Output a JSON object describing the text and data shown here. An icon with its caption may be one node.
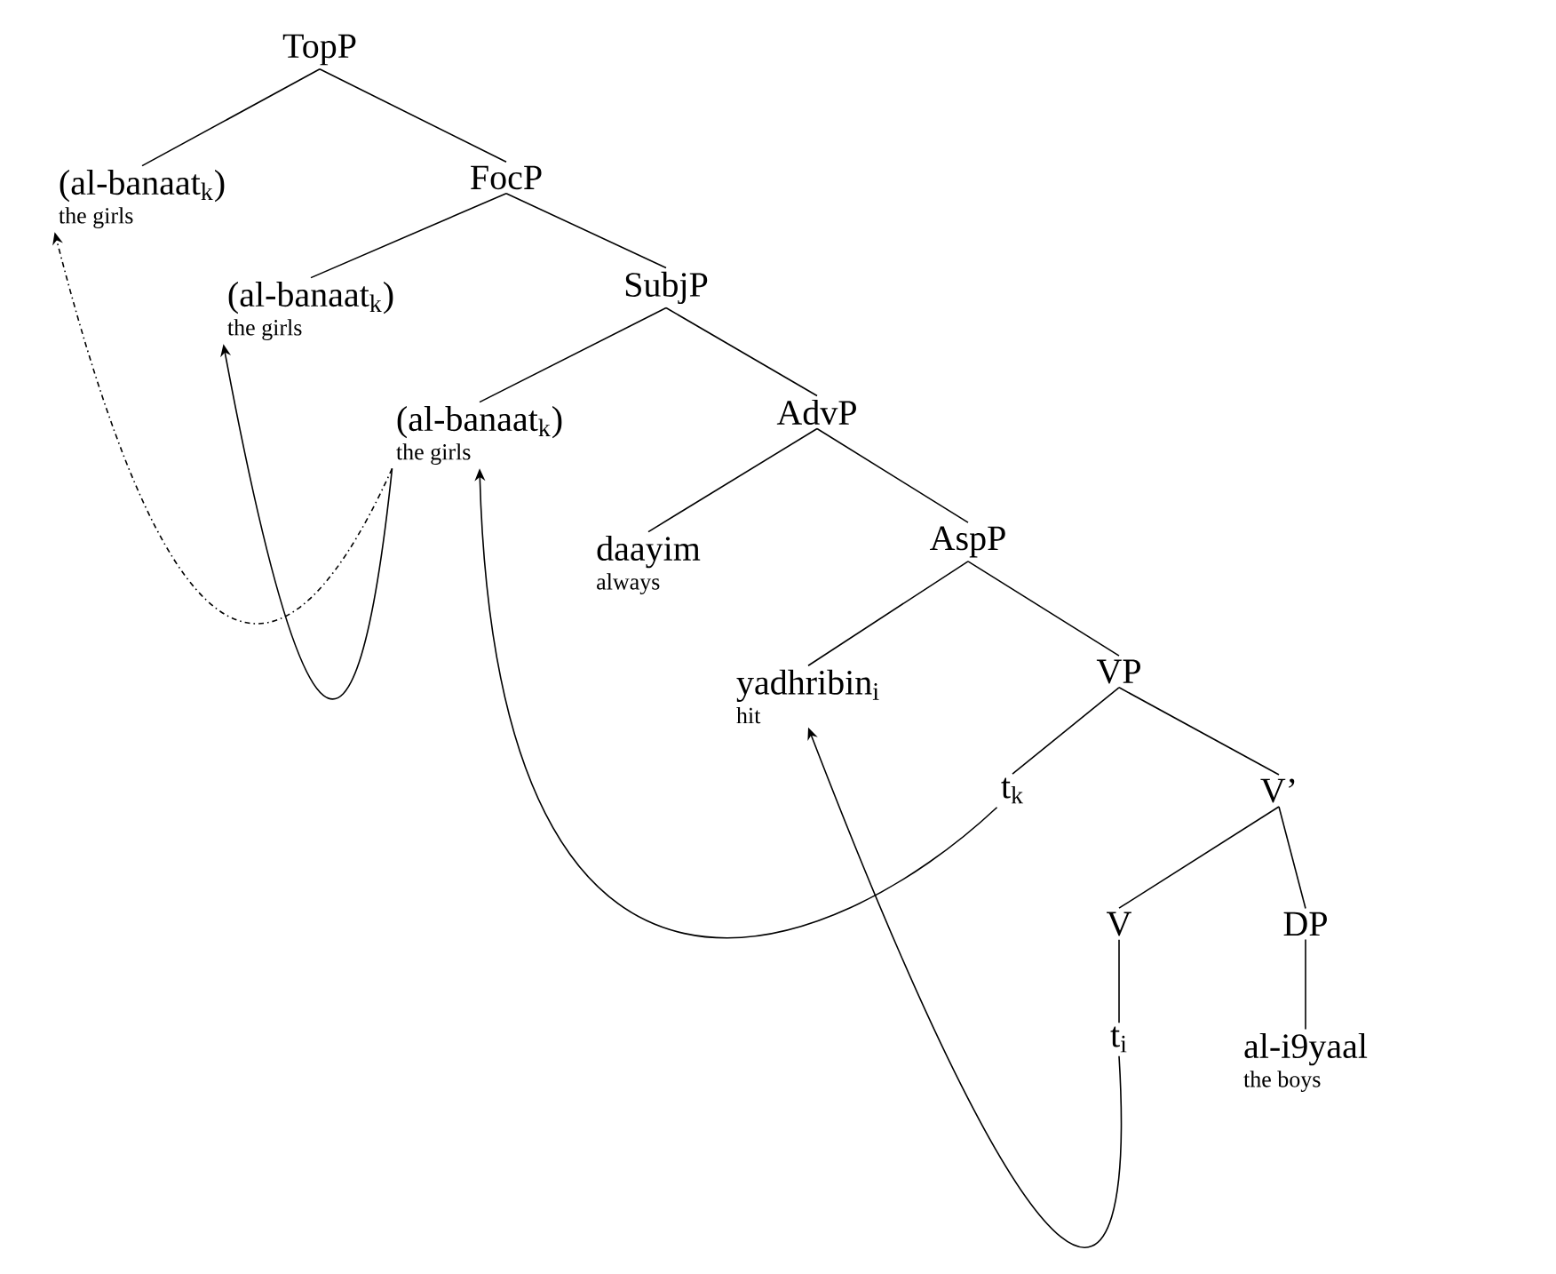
{
  "diagram": {
    "nodes": [
      {
        "text": [
          "TopP"
        ]
      },
      {
        "text": [
          "(al-banaat$_{k}$)",
          "the girls"
        ]
      },
      {
        "text": [
          "FocP"
        ]
      },
      {
        "text": [
          "(al-banaat$_{k}$)",
          "the girls"
        ]
      },
      {
        "text": [
          "SubjP"
        ]
      },
      {
        "text": [
          "(al-banaat$_{k}$)",
          "the girls"
        ]
      },
      {
        "text": [
          "AdvP"
        ]
      },
      {
        "text": [
          "daayim",
          "always"
        ]
      },
      {
        "text": [
          "AspP"
        ]
      },
      {
        "text": [
          "yadhribin$_{i}$",
          "hit"
        ]
      },
      {
        "text": [
          "VP"
        ]
      },
      {
        "text": [
          "t$_{k}$"
        ]
      },
      {
        "text": [
          "V’"
        ]
      },
      {
        "text": [
          "V"
        ]
      },
      {
        "text": [
          "DP"
        ]
      },
      {
        "text": [
          "t$_{i}$"
        ]
      },
      {
        "text": [
          "al-i9yaal",
          "the boys"
        ]
      }
    ],
    "edges": [
      {
        "from": 0,
        "to": 1,
        "arrow": "none"
      },
      {
        "from": 0,
        "to": 2,
        "arrow": "none"
      },
      {
        "from": 2,
        "to": 3,
        "arrow": "none"
      },
      {
        "from": 2,
        "to": 4,
        "arrow": "none"
      },
      {
        "from": 4,
        "to": 5,
        "arrow": "none"
      },
      {
        "from": 4,
        "to": 6,
        "arrow": "none"
      },
      {
        "from": 6,
        "to": 7,
        "arrow": "none"
      },
      {
        "from": 6,
        "to": 8,
        "arrow": "none"
      },
      {
        "from": 8,
        "to": 9,
        "arrow": "none"
      },
      {
        "from": 8,
        "to": 10,
        "arrow": "none"
      },
      {
        "from": 10,
        "to": 11,
        "arrow": "none"
      },
      {
        "from": 10,
        "to": 12,
        "arrow": "none"
      },
      {
        "from": 12,
        "to": 13,
        "arrow": "none"
      },
      {
        "from": 12,
        "to": 14,
        "arrow": "none"
      },
      {
        "from": 13,
        "to": 15,
        "arrow": "none"
      },
      {
        "from": 14,
        "to": 16,
        "arrow": "none"
      },
      {
        "from": 11,
        "to": 5,
        "arrow": "to"
      },
      {
        "from": 5,
        "to": 3,
        "arrow": "to"
      },
      {
        "from": 5,
        "to": 1,
        "arrow": "to",
        "style": "dashed"
      },
      {
        "from": 15,
        "to": 9,
        "arrow": "to"
      }
    ]
  }
}
